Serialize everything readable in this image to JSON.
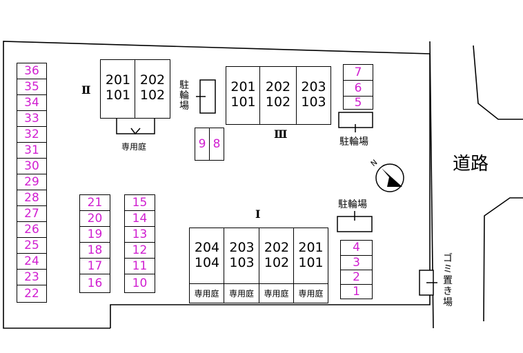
{
  "parking_column_left": [
    "36",
    "35",
    "34",
    "33",
    "32",
    "31",
    "30",
    "29",
    "28",
    "27",
    "26",
    "25",
    "24",
    "23",
    "22"
  ],
  "parking_col_b": [
    "21",
    "20",
    "19",
    "18",
    "17",
    "16"
  ],
  "parking_col_c": [
    "15",
    "14",
    "13",
    "12",
    "11",
    "10"
  ],
  "parking_top_right": [
    "7",
    "6",
    "5"
  ],
  "parking_bottom_right": [
    "4",
    "3",
    "2",
    "1"
  ],
  "parking_center": [
    "9",
    "8"
  ],
  "building_2": {
    "label": "Ⅱ",
    "units": [
      {
        "upper": "201",
        "lower": "101"
      },
      {
        "upper": "202",
        "lower": "102"
      }
    ],
    "garden_label": "専用庭"
  },
  "building_3": {
    "label": "Ⅲ",
    "units": [
      {
        "upper": "201",
        "lower": "101"
      },
      {
        "upper": "202",
        "lower": "102"
      },
      {
        "upper": "203",
        "lower": "103"
      }
    ]
  },
  "building_1": {
    "label": "Ⅰ",
    "units": [
      {
        "upper": "204",
        "lower": "104"
      },
      {
        "upper": "203",
        "lower": "103"
      },
      {
        "upper": "202",
        "lower": "102"
      },
      {
        "upper": "201",
        "lower": "101"
      }
    ],
    "gardens": [
      "専用庭",
      "専用庭",
      "専用庭",
      "専用庭"
    ]
  },
  "bicycle_parking_vertical": "駐輪場",
  "bicycle_parking_top": "駐輪場",
  "bicycle_parking_mid": "駐輪場",
  "garbage_area": "ゴミ置き場",
  "road_label": "道路",
  "north_label": "N"
}
